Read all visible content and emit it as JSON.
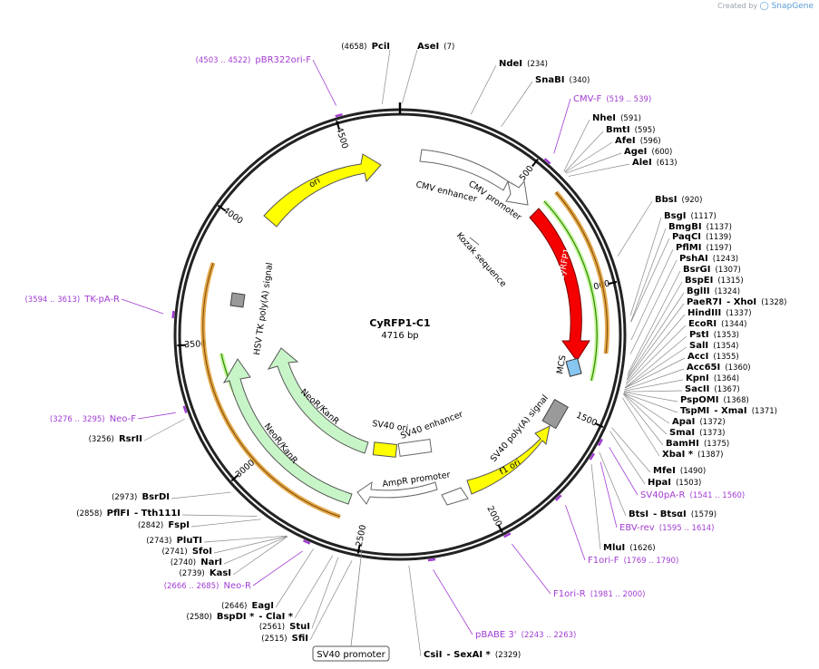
{
  "header": {
    "created_by": "Created by",
    "brand": "SnapGene"
  },
  "plasmid": {
    "name": "CyRFP1-C1",
    "size": "4716 bp",
    "length": 4716
  },
  "ticks": [
    "500",
    "1000",
    "1500",
    "2000",
    "2500",
    "3000",
    "3500",
    "4000",
    "4500"
  ],
  "enzymes": [
    {
      "name": "PciI",
      "pos": "(4658)",
      "bp": 4658
    },
    {
      "name": "AseI",
      "pos": "(7)",
      "bp": 7
    },
    {
      "name": "NdeI",
      "pos": "(234)",
      "bp": 234
    },
    {
      "name": "SnaBI",
      "pos": "(340)",
      "bp": 340
    },
    {
      "name": "NheI",
      "pos": "(591)",
      "bp": 591
    },
    {
      "name": "BmtI",
      "pos": "(595)",
      "bp": 595
    },
    {
      "name": "AfeI",
      "pos": "(596)",
      "bp": 596
    },
    {
      "name": "AgeI",
      "pos": "(600)",
      "bp": 600
    },
    {
      "name": "AleI",
      "pos": "(613)",
      "bp": 613
    },
    {
      "name": "BbsI",
      "pos": "(920)",
      "bp": 920
    },
    {
      "name": "BsgI",
      "pos": "(1117)",
      "bp": 1117
    },
    {
      "name": "BmgBI",
      "pos": "(1137)",
      "bp": 1137
    },
    {
      "name": "PaqCI",
      "pos": "(1139)",
      "bp": 1139
    },
    {
      "name": "PflMI",
      "pos": "(1197)",
      "bp": 1197
    },
    {
      "name": "PshAI",
      "pos": "(1243)",
      "bp": 1243
    },
    {
      "name": "BsrGI",
      "pos": "(1307)",
      "bp": 1307
    },
    {
      "name": "BspEI",
      "pos": "(1315)",
      "bp": 1315
    },
    {
      "name": "BglII",
      "pos": "(1324)",
      "bp": 1324
    },
    {
      "name": "PaeR7I",
      "name2": "- XhoI",
      "pos": "(1328)",
      "bp": 1328
    },
    {
      "name": "HindIII",
      "pos": "(1337)",
      "bp": 1337
    },
    {
      "name": "EcoRI",
      "pos": "(1344)",
      "bp": 1344
    },
    {
      "name": "PstI",
      "pos": "(1353)",
      "bp": 1353
    },
    {
      "name": "SalI",
      "pos": "(1354)",
      "bp": 1354
    },
    {
      "name": "AccI",
      "pos": "(1355)",
      "bp": 1355
    },
    {
      "name": "Acc65I",
      "pos": "(1360)",
      "bp": 1360
    },
    {
      "name": "KpnI",
      "pos": "(1364)",
      "bp": 1364
    },
    {
      "name": "SacII",
      "pos": "(1367)",
      "bp": 1367
    },
    {
      "name": "PspOMI",
      "pos": "(1368)",
      "bp": 1368
    },
    {
      "name": "TspMI",
      "name2": "- XmaI",
      "pos": "(1371)",
      "bp": 1371
    },
    {
      "name": "ApaI",
      "pos": "(1372)",
      "bp": 1372
    },
    {
      "name": "SmaI",
      "pos": "(1373)",
      "bp": 1373
    },
    {
      "name": "BamHI",
      "pos": "(1375)",
      "bp": 1375
    },
    {
      "name": "XbaI *",
      "pos": "(1387)",
      "bp": 1387
    },
    {
      "name": "MfeI",
      "pos": "(1490)",
      "bp": 1490
    },
    {
      "name": "HpaI",
      "pos": "(1503)",
      "bp": 1503
    },
    {
      "name": "BtsI",
      "name2": "- BtsαI",
      "pos": "(1579)",
      "bp": 1579
    },
    {
      "name": "MluI",
      "pos": "(1626)",
      "bp": 1626
    },
    {
      "name": "CsiI",
      "name2": "- SexAI *",
      "pos": "(2329)",
      "bp": 2329
    },
    {
      "name": "SfiI",
      "pos": "(2515)",
      "bp": 2515
    },
    {
      "name": "StuI",
      "pos": "(2561)",
      "bp": 2561
    },
    {
      "name": "BspDI *",
      "name2": "- ClaI *",
      "pos": "(2580)",
      "bp": 2580
    },
    {
      "name": "EagI",
      "pos": "(2646)",
      "bp": 2646
    },
    {
      "name": "KasI",
      "pos": "(2739)",
      "bp": 2739
    },
    {
      "name": "NarI",
      "pos": "(2740)",
      "bp": 2740
    },
    {
      "name": "SfoI",
      "pos": "(2741)",
      "bp": 2741
    },
    {
      "name": "PluTI",
      "pos": "(2743)",
      "bp": 2743
    },
    {
      "name": "FspI",
      "pos": "(2842)",
      "bp": 2842
    },
    {
      "name": "PflFI",
      "name2": "- Tth111I",
      "pos": "(2858)",
      "bp": 2858
    },
    {
      "name": "BsrDI",
      "pos": "(2973)",
      "bp": 2973
    },
    {
      "name": "RsrII",
      "pos": "(3256)",
      "bp": 3256
    }
  ],
  "primers": [
    {
      "name": "pBR322ori-F",
      "range": "(4503 .. 4522)",
      "bp": 4512
    },
    {
      "name": "CMV-F",
      "range": "(519 .. 539)",
      "bp": 529
    },
    {
      "name": "SV40pA-R",
      "range": "(1541 .. 1560)",
      "bp": 1550
    },
    {
      "name": "EBV-rev",
      "range": "(1595 .. 1614)",
      "bp": 1604
    },
    {
      "name": "F1ori-F",
      "range": "(1769 .. 1790)",
      "bp": 1780
    },
    {
      "name": "F1ori-R",
      "range": "(1981 .. 2000)",
      "bp": 1990
    },
    {
      "name": "pBABE 3'",
      "range": "(2243 .. 2263)",
      "bp": 2253
    },
    {
      "name": "Neo-R",
      "range": "(2666 .. 2685)",
      "bp": 2675
    },
    {
      "name": "Neo-F",
      "range": "(3276 .. 3295)",
      "bp": 3285
    },
    {
      "name": "TK-pA-R",
      "range": "(3594 .. 3613)",
      "bp": 3603
    }
  ],
  "features": {
    "cmv_enhancer": "CMV enhancer",
    "cmv_promoter": "CMV promoter",
    "kozak": "Kozak sequence",
    "cyrfp1": "CyRFP1",
    "mcs": "MCS",
    "sv40_polya": "SV40 poly(A) signal",
    "f1_ori": "f1 ori",
    "ampr_promoter": "AmpR promoter",
    "sv40_ori": "SV40 ori",
    "sv40_enhancer": "SV40 enhancer",
    "neor_kanr_inner": "NeoR/KanR",
    "neor_kanr_outer": "NeoR/KanR",
    "hsv_tk": "HSV TK poly(A) signal",
    "ori": "ori",
    "sv40_promoter": "SV40 promoter"
  },
  "colors": {
    "cyrfp1": "#f40000",
    "ori": "#ffff00",
    "neo": "#c8f5c8",
    "mcs": "#88c6f2",
    "polya": "#9a9a9a",
    "primer": "#a23cd2",
    "orange_arc": "#e09a2e",
    "green_arc": "#2c8a00"
  }
}
